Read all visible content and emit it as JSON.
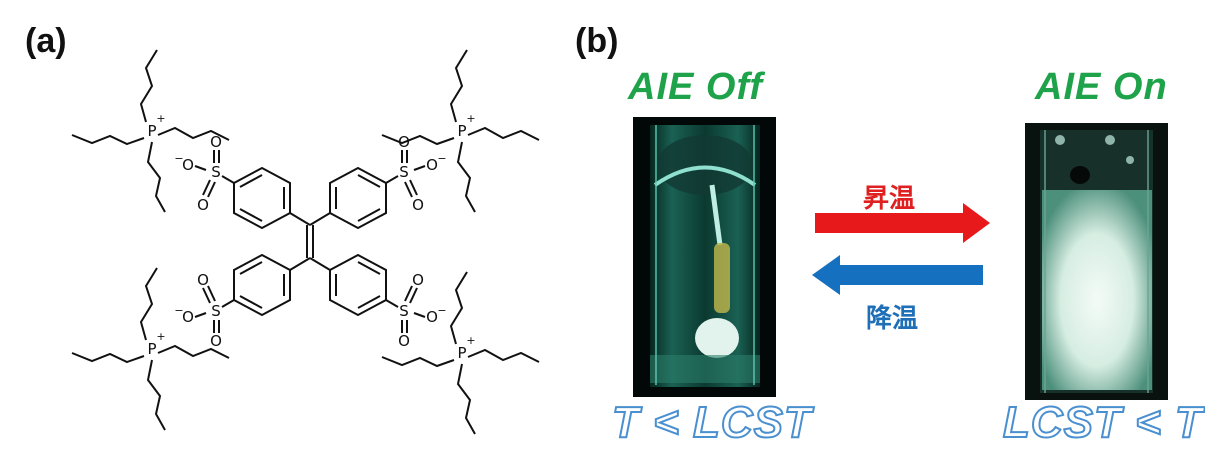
{
  "panels": {
    "a": {
      "label": "(a)"
    },
    "b": {
      "label": "(b)"
    }
  },
  "molecule": {
    "cation_symbol": "P",
    "cation_charge": "+",
    "anion_charge": "−",
    "sulfonate_S": "S",
    "oxygen": "O"
  },
  "states": {
    "off": {
      "title": "AIE Off",
      "condition": "T < LCST"
    },
    "on": {
      "title": "AIE On",
      "condition": "LCST < T"
    }
  },
  "arrows": {
    "heating": {
      "label": "昇温",
      "color": "#e8191a"
    },
    "cooling": {
      "label": "降温",
      "color": "#1670c0"
    }
  },
  "colors": {
    "title_green": "#1fa34a",
    "condition_outline": "#4a8fcf",
    "off_glow": "#4fc3b0",
    "on_glow": "#e8f5ef"
  }
}
